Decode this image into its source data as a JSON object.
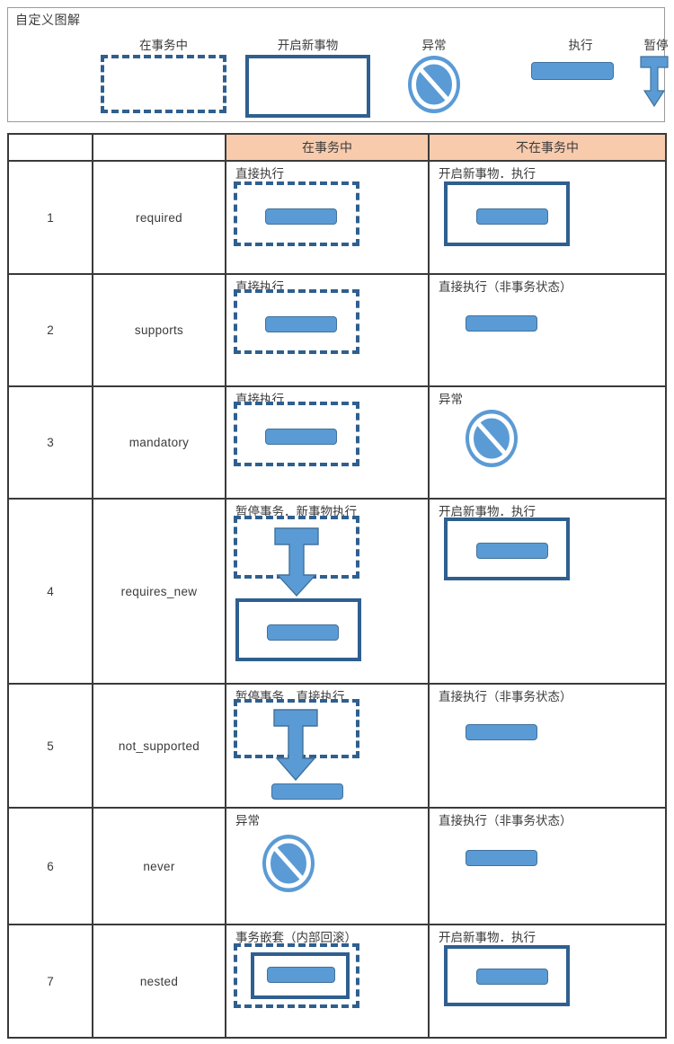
{
  "legend": {
    "title": "自定义图解",
    "items": [
      {
        "label": "在事务中",
        "icon": "dashed-box-icon"
      },
      {
        "label": "开启新事物",
        "icon": "solid-box-icon"
      },
      {
        "label": "异常",
        "icon": "prohibition-icon"
      },
      {
        "label": "执行",
        "icon": "bar-icon"
      },
      {
        "label": "暂停",
        "icon": "pause-arrow-icon"
      }
    ]
  },
  "table": {
    "headers": [
      "",
      "",
      "在事务中",
      "不在事务中"
    ],
    "rows": [
      {
        "no": "1",
        "name": "required",
        "in_tx": {
          "caption": "直接执行",
          "art": "dashed-box-with-bar"
        },
        "out_tx": {
          "caption": "开启新事物．执行",
          "art": "solid-box-with-bar"
        }
      },
      {
        "no": "2",
        "name": "supports",
        "in_tx": {
          "caption": "直接执行",
          "art": "dashed-box-with-bar"
        },
        "out_tx": {
          "caption": "直接执行（非事务状态）",
          "art": "bar-only"
        }
      },
      {
        "no": "3",
        "name": "mandatory",
        "in_tx": {
          "caption": "直接执行",
          "art": "dashed-box-with-bar"
        },
        "out_tx": {
          "caption": "异常",
          "art": "prohibition"
        }
      },
      {
        "no": "4",
        "name": "requires_new",
        "in_tx": {
          "caption": "暂停事务．新事物执行",
          "art": "dashed-box-pause-arrow-solid-box"
        },
        "out_tx": {
          "caption": "开启新事物．执行",
          "art": "solid-box-with-bar"
        }
      },
      {
        "no": "5",
        "name": "not_supported",
        "in_tx": {
          "caption": "暂停事务．直接执行",
          "art": "dashed-box-pause-arrow-bar"
        },
        "out_tx": {
          "caption": "直接执行（非事务状态）",
          "art": "bar-only"
        }
      },
      {
        "no": "6",
        "name": "never",
        "in_tx": {
          "caption": "异常",
          "art": "prohibition"
        },
        "out_tx": {
          "caption": "直接执行（非事务状态）",
          "art": "bar-only"
        }
      },
      {
        "no": "7",
        "name": "nested",
        "in_tx": {
          "caption": "事务嵌套（内部回滚）",
          "art": "dashed-box-nested-solid-box-with-bar"
        },
        "out_tx": {
          "caption": "开启新事物．执行",
          "art": "solid-box-with-bar"
        }
      }
    ]
  },
  "colors": {
    "bar_fill": "#5B9BD5",
    "bar_stroke": "#41719C",
    "box_stroke": "#2F5F8F",
    "header_bg": "#F8CBAD",
    "grid_line": "#3A3A3A",
    "text": "#3B3B3B"
  }
}
